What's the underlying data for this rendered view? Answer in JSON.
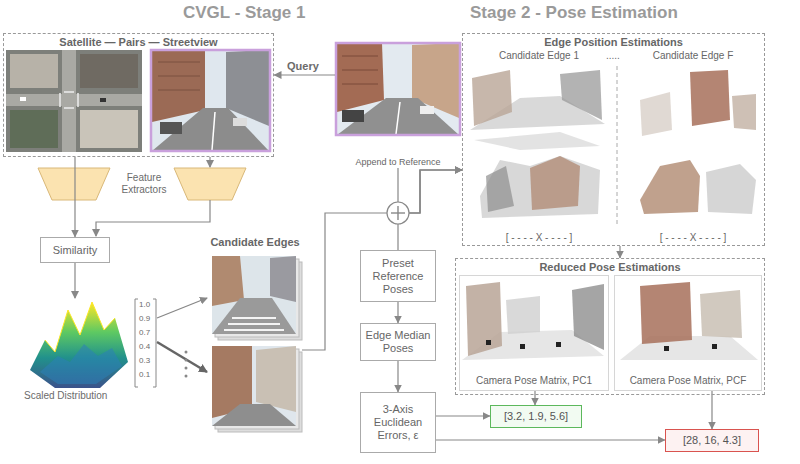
{
  "diagram": {
    "nodes": [
      {
        "text": [
          "Satellite — Pairs — Streetview"
        ]
      },
      {
        "text": [
          "Append to Reference"
        ]
      },
      {
        "text": [
          "Similarity"
        ]
      },
      {
        "text": [
          "Candidate Edges"
        ]
      },
      {
        "text": [
          "Preset Reference Poses"
        ]
      },
      {
        "text": [
          "Edge Median Poses"
        ]
      },
      {
        "text": [
          "3-Axis Euclidean Errors, ε"
        ]
      },
      {
        "text": [
          "Edge Position Estimations"
        ]
      },
      {
        "text": [
          "Candidate Edge 1",
          "[ - - - - X - - - - ]"
        ],
        "in": 7
      },
      {
        "text": [
          "Candidate Edge F",
          "[ - - - - X - - - - ]"
        ],
        "in": 7
      },
      {
        "text": [
          "Reduced Pose Estimations"
        ]
      },
      {
        "text": [
          "Camera Pose Matrix, PC1"
        ],
        "in": 10
      },
      {
        "text": [
          "Camera Pose Matrix, PCF"
        ],
        "in": 10
      },
      {
        "text": [
          "[3.2, 1.9, 5.6]"
        ]
      },
      {
        "text": [
          "[28, 16, 4.3]"
        ]
      }
    ],
    "edges": [
      {
        "from": 1,
        "to": 0,
        "arrow": "to",
        "label": "Query"
      },
      {
        "from": 0,
        "to": 2,
        "arrow": "to"
      },
      {
        "from": 3,
        "to": 7,
        "arrow": "to"
      },
      {
        "from": 1,
        "to": 7,
        "arrow": "to"
      },
      {
        "from": 4,
        "to": 7,
        "arrow": "to"
      },
      {
        "from": 4,
        "to": 5,
        "arrow": "to"
      },
      {
        "from": 5,
        "to": 6,
        "arrow": "to"
      },
      {
        "from": 7,
        "to": 10,
        "arrow": "to"
      },
      {
        "from": 6,
        "to": 13,
        "arrow": "to"
      },
      {
        "from": 6,
        "to": 14,
        "arrow": "to"
      },
      {
        "from": 11,
        "to": 13,
        "arrow": "to"
      },
      {
        "from": 12,
        "to": 14,
        "arrow": "to"
      }
    ],
    "labels": [
      "CVGL - Stage 1",
      "Stage 2 - Pose Estimation",
      "Feature Extractors",
      "Scaled Distribution",
      "1.0",
      "0.9",
      "0.7",
      "0.4",
      "0.3",
      "0.1",
      "....."
    ]
  }
}
